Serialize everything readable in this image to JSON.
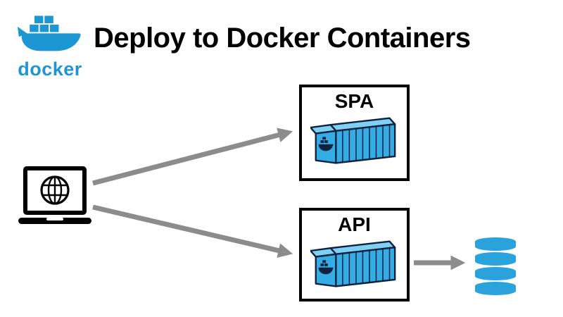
{
  "diagram": {
    "title": "Deploy to Docker Containers",
    "logo": {
      "text": "docker",
      "icon": "docker-whale-icon"
    },
    "nodes": [
      {
        "id": "client",
        "type": "browser-laptop",
        "label": "",
        "icon": "laptop-globe-icon"
      },
      {
        "id": "spa",
        "type": "docker-container",
        "label": "SPA",
        "icon": "docker-container-icon"
      },
      {
        "id": "api",
        "type": "docker-container",
        "label": "API",
        "icon": "docker-container-icon"
      },
      {
        "id": "db",
        "type": "database",
        "label": "",
        "icon": "database-icon"
      }
    ],
    "edges": [
      {
        "from": "client",
        "to": "spa"
      },
      {
        "from": "client",
        "to": "api"
      },
      {
        "from": "api",
        "to": "db"
      }
    ]
  },
  "colors": {
    "brand_blue": "#1D97D4",
    "container_blue": "#35ACE4",
    "container_blue_light": "#7FD0F2",
    "outline_navy": "#0D2240",
    "arrow_gray": "#8C8C8C",
    "database_blue": "#2AA3DC",
    "background": "#FFFFFF"
  }
}
